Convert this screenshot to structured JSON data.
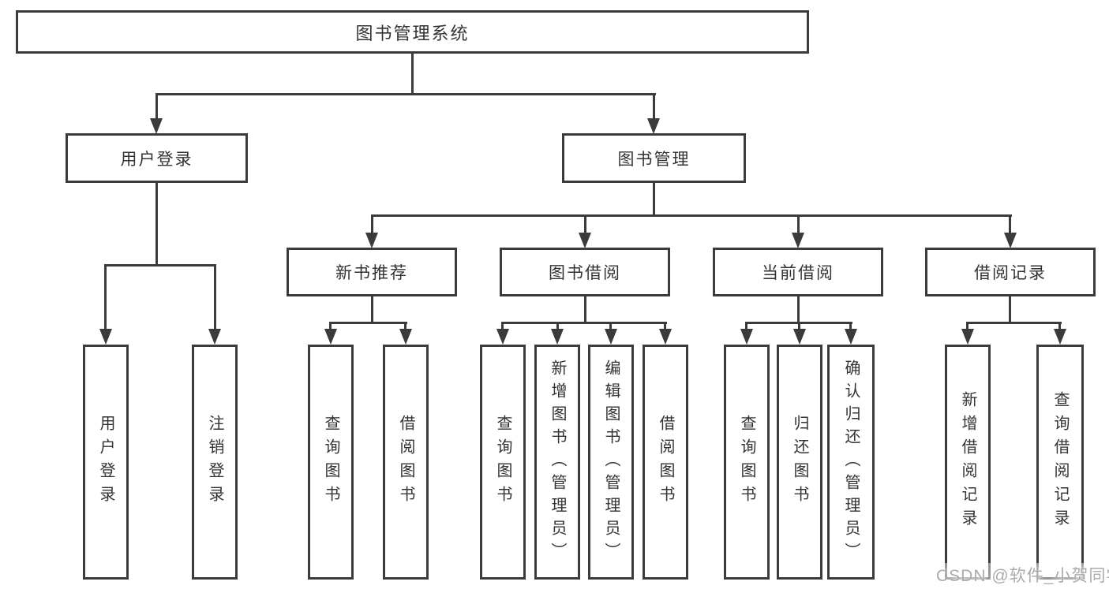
{
  "diagram": {
    "type": "tree",
    "title": "图书管理系统",
    "watermark": "CSDN @软件_小贺同学",
    "colors": {
      "line": "#3b3b3b",
      "text": "#333333",
      "box_background": "#ffffff",
      "watermark": "#ababab",
      "background": "#ffffff"
    },
    "root": {
      "label": "图书管理系统"
    },
    "level2": [
      {
        "label": "用户登录",
        "children": [
          {
            "label": "用户登录"
          },
          {
            "label": "注销登录"
          }
        ]
      },
      {
        "label": "图书管理",
        "children": [
          {
            "label": "新书推荐",
            "children": [
              {
                "label": "查询图书"
              },
              {
                "label": "借阅图书"
              }
            ]
          },
          {
            "label": "图书借阅",
            "children": [
              {
                "label": "查询图书"
              },
              {
                "label": "新增图书（管理员）"
              },
              {
                "label": "编辑图书（管理员）"
              },
              {
                "label": "借阅图书"
              }
            ]
          },
          {
            "label": "当前借阅",
            "children": [
              {
                "label": "查询图书"
              },
              {
                "label": "归还图书"
              },
              {
                "label": "确认归还（管理员）"
              }
            ]
          },
          {
            "label": "借阅记录",
            "children": [
              {
                "label": "新增借阅记录"
              },
              {
                "label": "查询借阅记录"
              }
            ]
          }
        ]
      }
    ]
  }
}
